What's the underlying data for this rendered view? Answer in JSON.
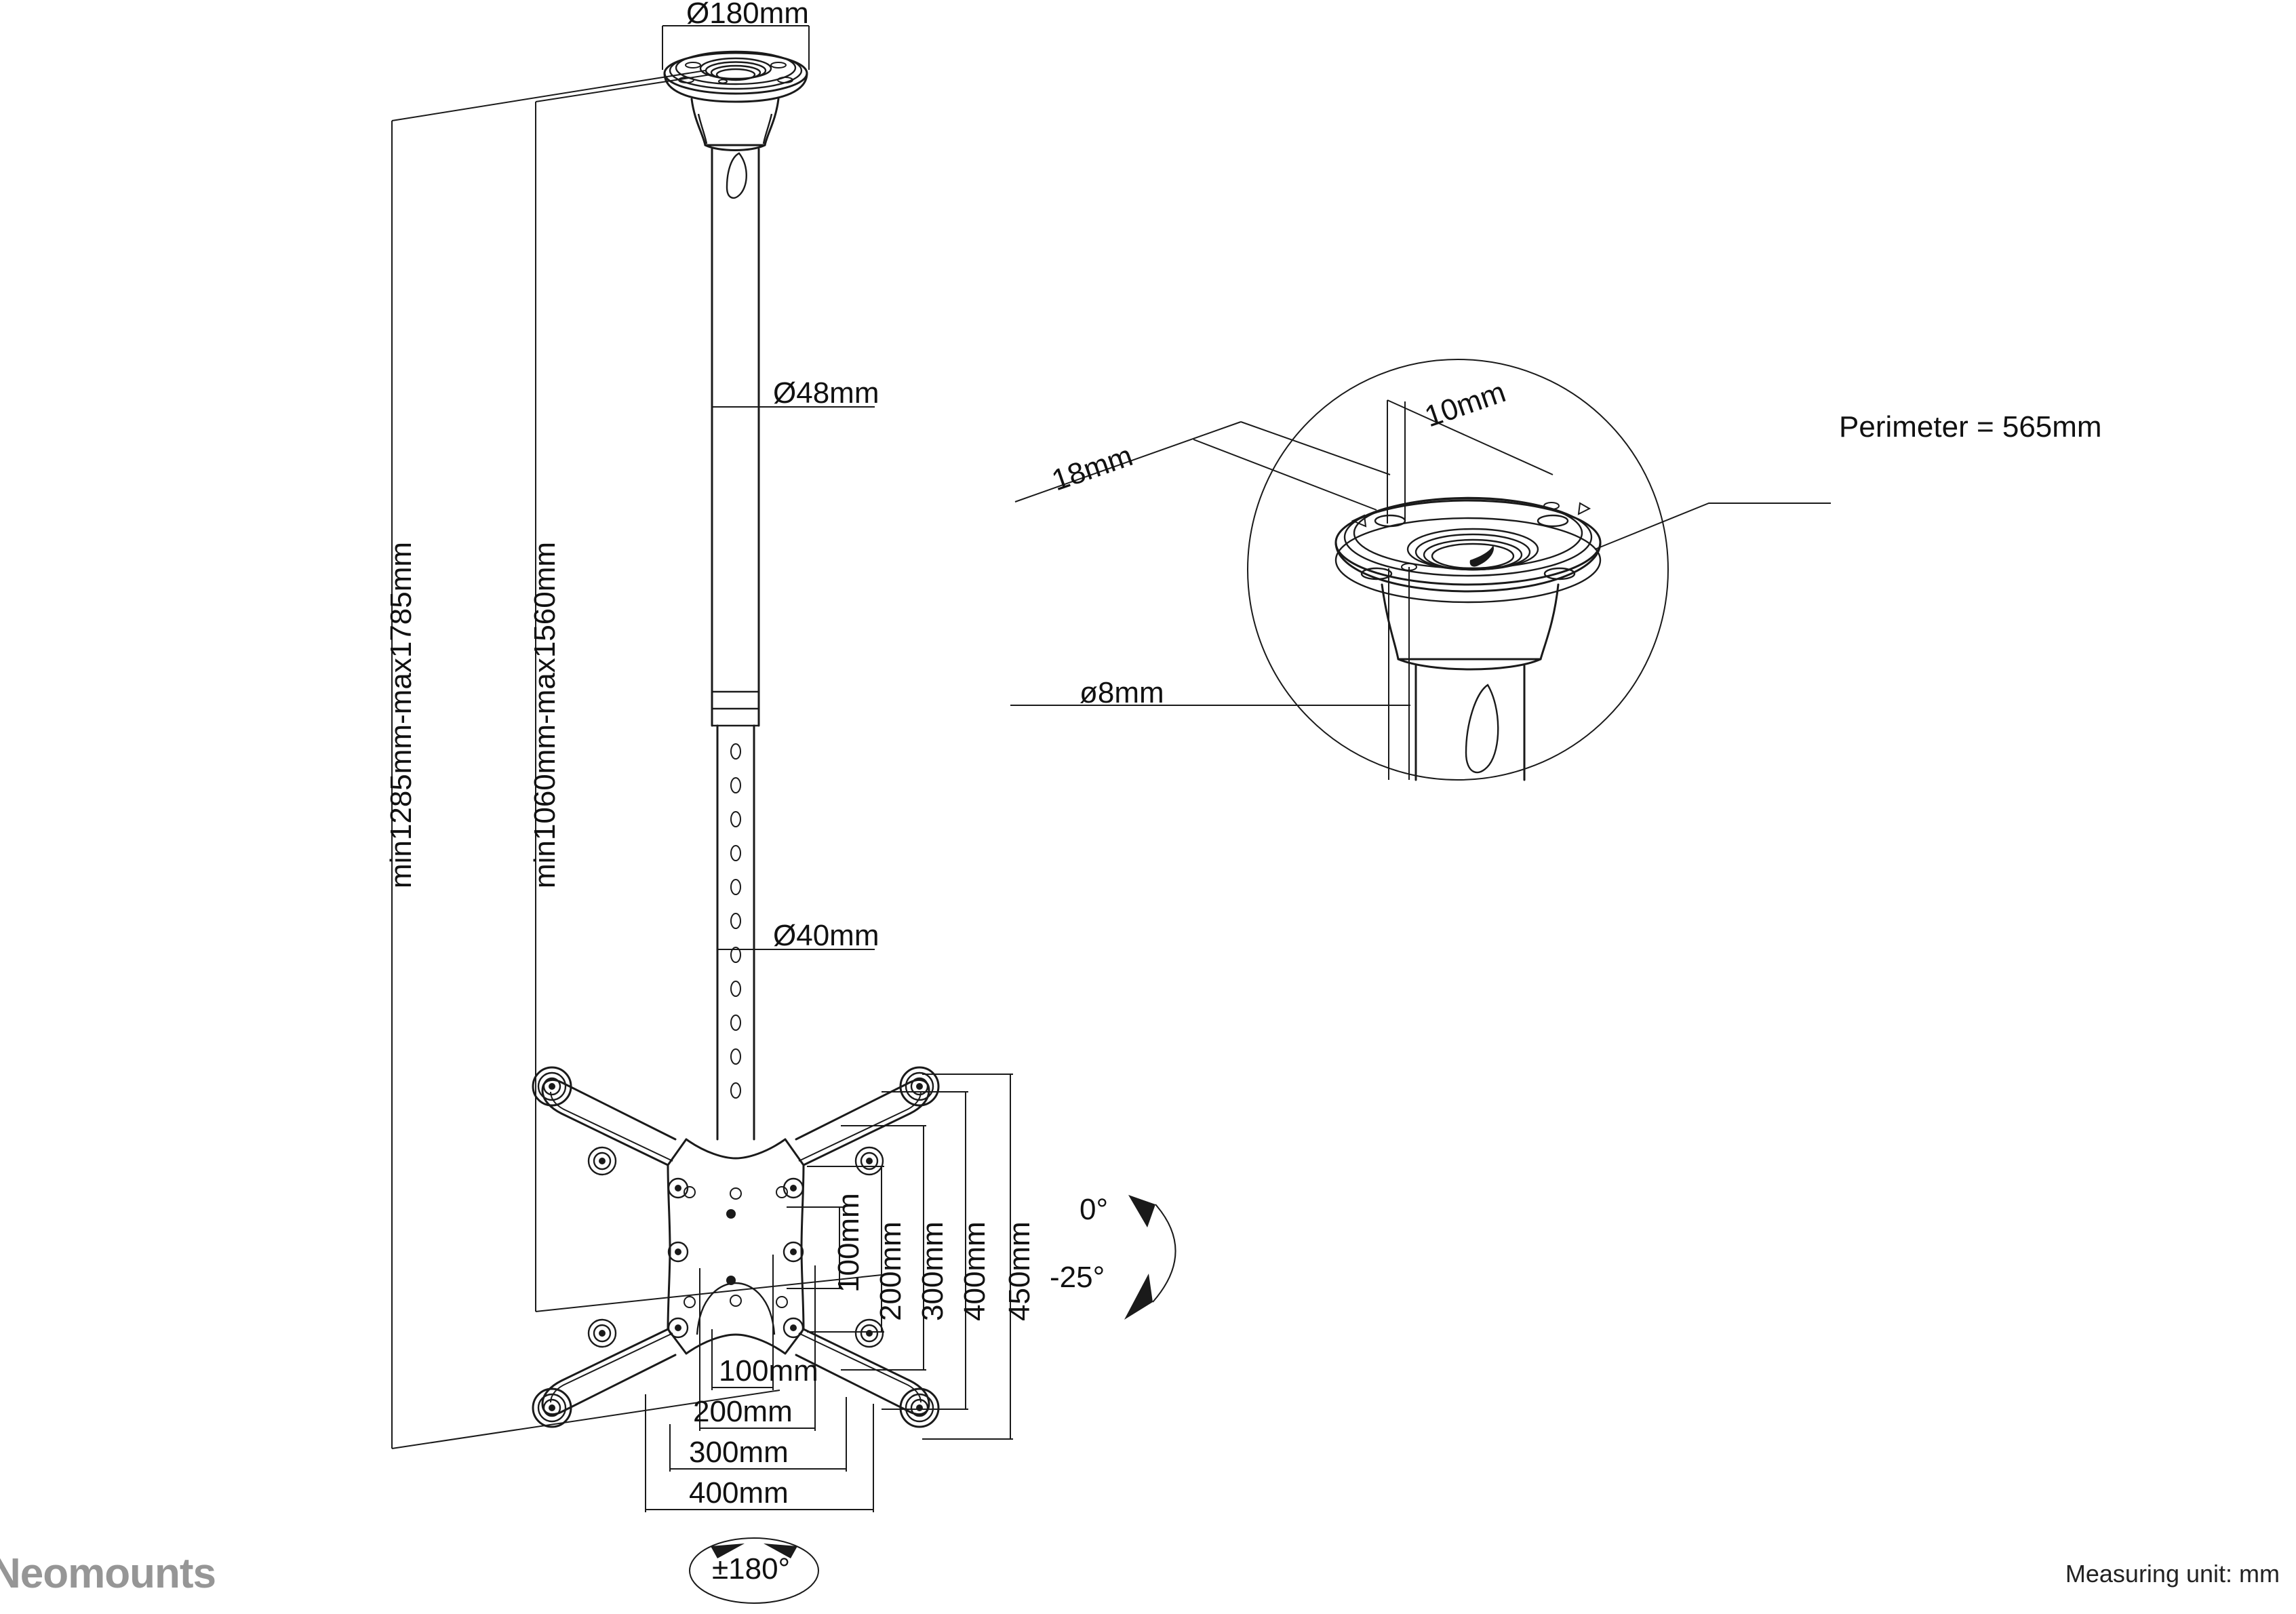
{
  "drawing": {
    "title": "Neomounts ceiling TV mount technical drawing",
    "brand": "Neomounts",
    "measuring_unit_note": "Measuring unit: mm"
  },
  "dimensions": {
    "ceiling_plate_diameter": "Ø180mm",
    "upper_tube_diameter": "Ø48mm",
    "lower_tube_diameter": "Ø40mm",
    "total_height_outer": "min1285mm-max1785mm",
    "total_height_inner": "min1060mm-max1560mm"
  },
  "detail_callouts": {
    "plate_thickness": "18mm",
    "hole_offset": "10mm",
    "hole_diameter": "ø8mm",
    "perimeter": "Perimeter = 565mm"
  },
  "vesa_horizontal": [
    "100mm",
    "200mm",
    "300mm",
    "400mm"
  ],
  "vesa_vertical": [
    "100mm",
    "200mm",
    "300mm",
    "400mm",
    "450mm"
  ],
  "motion": {
    "tilt_max": "0°",
    "tilt_min": "-25°",
    "rotation": "±180°"
  },
  "colors": {
    "line": "#1a1a1a",
    "brand_grey": "#969696",
    "background": "#ffffff"
  }
}
